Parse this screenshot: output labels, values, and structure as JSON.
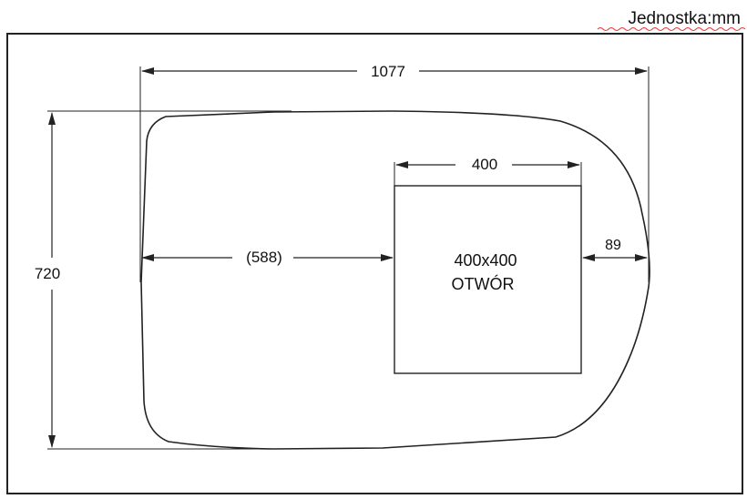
{
  "unit_label": "Jednostka:mm",
  "dimensions": {
    "total_width": "1077",
    "total_height": "720",
    "hole_width": "400",
    "left_offset": "(588)",
    "right_offset": "89"
  },
  "hole": {
    "size_label": "400x400",
    "name_label": "OTWÓR"
  },
  "colors": {
    "line": "#222222",
    "spellcheck_underline": "#e53935"
  }
}
